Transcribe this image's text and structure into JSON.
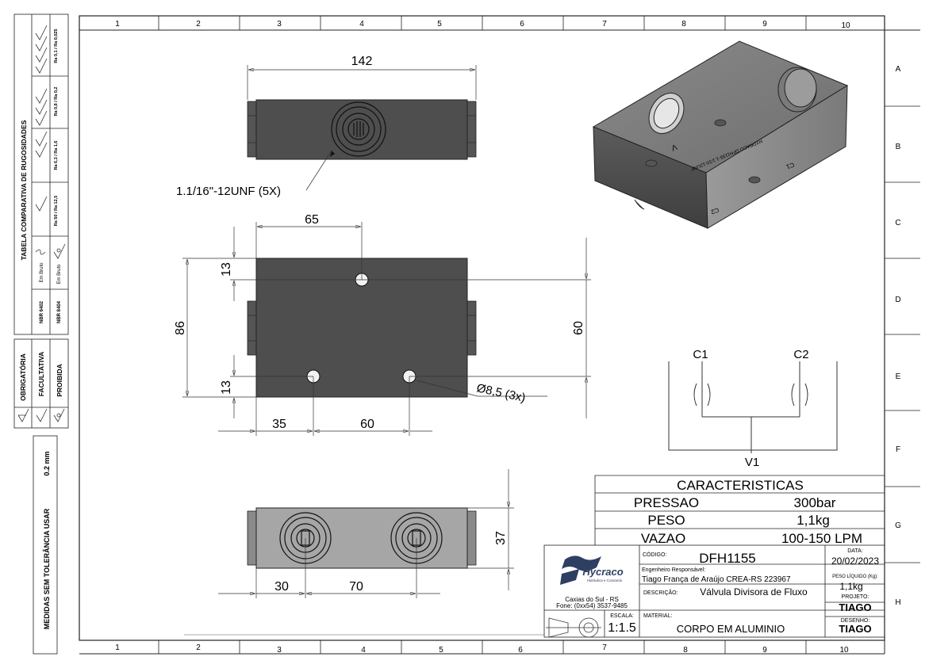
{
  "grid": {
    "columns": [
      "1",
      "2",
      "3",
      "4",
      "5",
      "6",
      "7",
      "8",
      "9",
      "10"
    ],
    "rows": [
      "A",
      "B",
      "C",
      "D",
      "E",
      "F",
      "G",
      "H"
    ]
  },
  "roughness_table": {
    "title": "TABELA COMPARATIVA DE RUGOSIDADES",
    "standards": [
      "NBR 6402",
      "NBR 8404"
    ],
    "raw_label": "Em Bruto",
    "grades": [
      "Ra 50 / Ra 12,5",
      "Ra 6,3 / Ra 1,6",
      "Ra 0,8 / Ra 0,2",
      "Ra 0,1 / Ra 0,025"
    ]
  },
  "usage_table": {
    "labels": [
      "OBRIGATÓRIA",
      "FACULTATIVA",
      "PROIBIDA"
    ]
  },
  "tolerance_note": {
    "label": "MEDIDAS SEM TOLERÂNCIA USAR",
    "value": "0.2 mm"
  },
  "views": {
    "top": {
      "dim_length": "142",
      "thread_note": "1.1/16\"-12UNF (5X)"
    },
    "front": {
      "dim_65": "65",
      "dim_86": "86",
      "dim_13_top": "13",
      "dim_13_bottom": "13",
      "dim_60_vertical": "60",
      "dim_35": "35",
      "dim_60_horizontal": "60",
      "hole_note": "Ø8,5 (3x)"
    },
    "bottom": {
      "dim_37": "37",
      "dim_30": "30",
      "dim_70": "70"
    },
    "iso_marks": {
      "port_v": "V",
      "port_c1": "C1",
      "port_c2": "C2",
      "engraving": "HYDRACO DFH1155-1.1/16-12UNF"
    }
  },
  "schematic": {
    "c1": "C1",
    "c2": "C2",
    "v1": "V1"
  },
  "characteristics": {
    "title": "CARACTERISTICAS",
    "rows": [
      {
        "label": "PRESSAO",
        "value": "300bar"
      },
      {
        "label": "PESO",
        "value": "1,1kg"
      },
      {
        "label": "VAZAO",
        "value": "100-150 LPM"
      }
    ]
  },
  "title_block": {
    "company": "Hycraco",
    "company_sub": "Hidráulica e Comando",
    "city": "Caxias do Sul - RS",
    "phone": "Fone: (0xx54) 3537-9485",
    "code_label": "CÓDIGO:",
    "code": "DFH1155",
    "date_label": "DATA:",
    "date": "20/02/2023",
    "engineer_label": "Engenheiro Responsável:",
    "engineer": "Tiago França de Araújo CREA-RS 223967",
    "weight_label": "PESO LÍQUIDO (Kg):",
    "weight": "1,1kg",
    "description_label": "DESCRIÇÃO:",
    "description": "Válvula Divisora de Fluxo",
    "project_label": "PROJETO:",
    "project": "TIAGO",
    "scale_label": "ESCALA:",
    "scale": "1:1.5",
    "material_label": "MATERIAL:",
    "material": "CORPO EM ALUMINIO",
    "drawing_label": "DESENHO:",
    "drawing": "TIAGO"
  }
}
